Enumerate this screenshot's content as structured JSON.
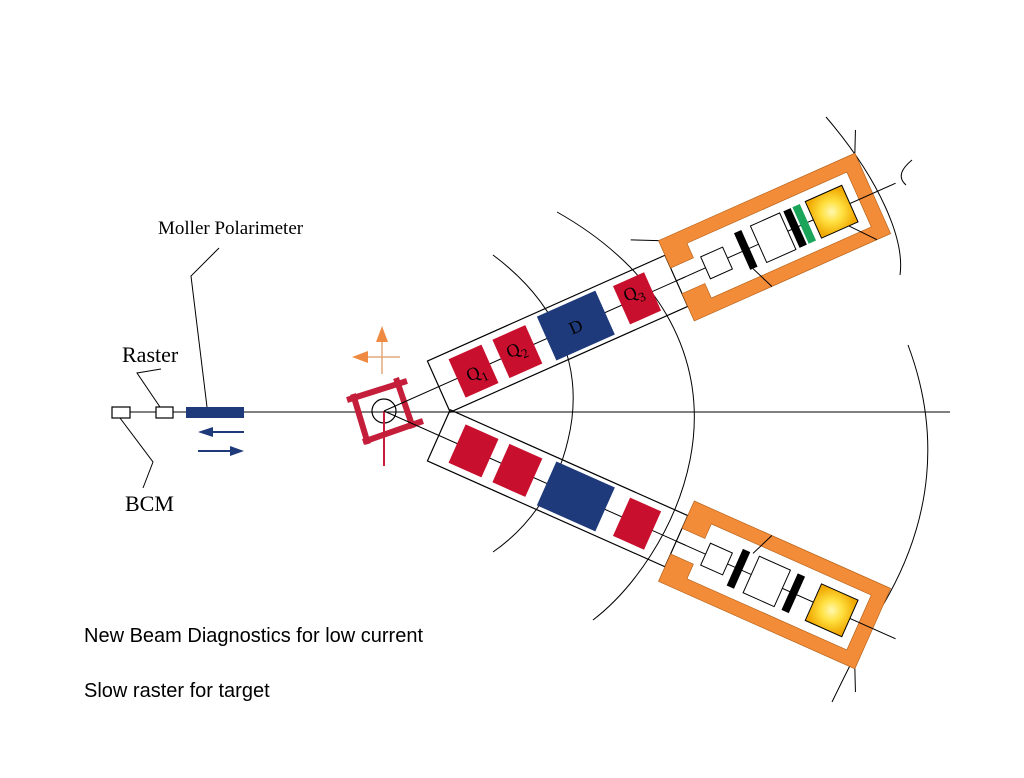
{
  "labels": {
    "moller": "Moller Polarimeter",
    "raster": "Raster",
    "bcm": "BCM",
    "q1_letter": "Q",
    "q1_sub": "1",
    "q2_letter": "Q",
    "q2_sub": "2",
    "q3_letter": "Q",
    "q3_sub": "3",
    "dipole": "D"
  },
  "notes": {
    "line1": "New Beam Diagnostics for low current",
    "line2": "Slow raster for target"
  },
  "colors": {
    "quad_red": "#c8102e",
    "dipole_blue": "#1f3a7a",
    "shield_orange": "#f28c38",
    "detector_green": "#1aa55a",
    "calorimeter_yellow": "#ffd21e",
    "target_red": "#c41e3a",
    "arrow_orange": "#ef8a42",
    "moller_blue": "#1f3a7a"
  }
}
